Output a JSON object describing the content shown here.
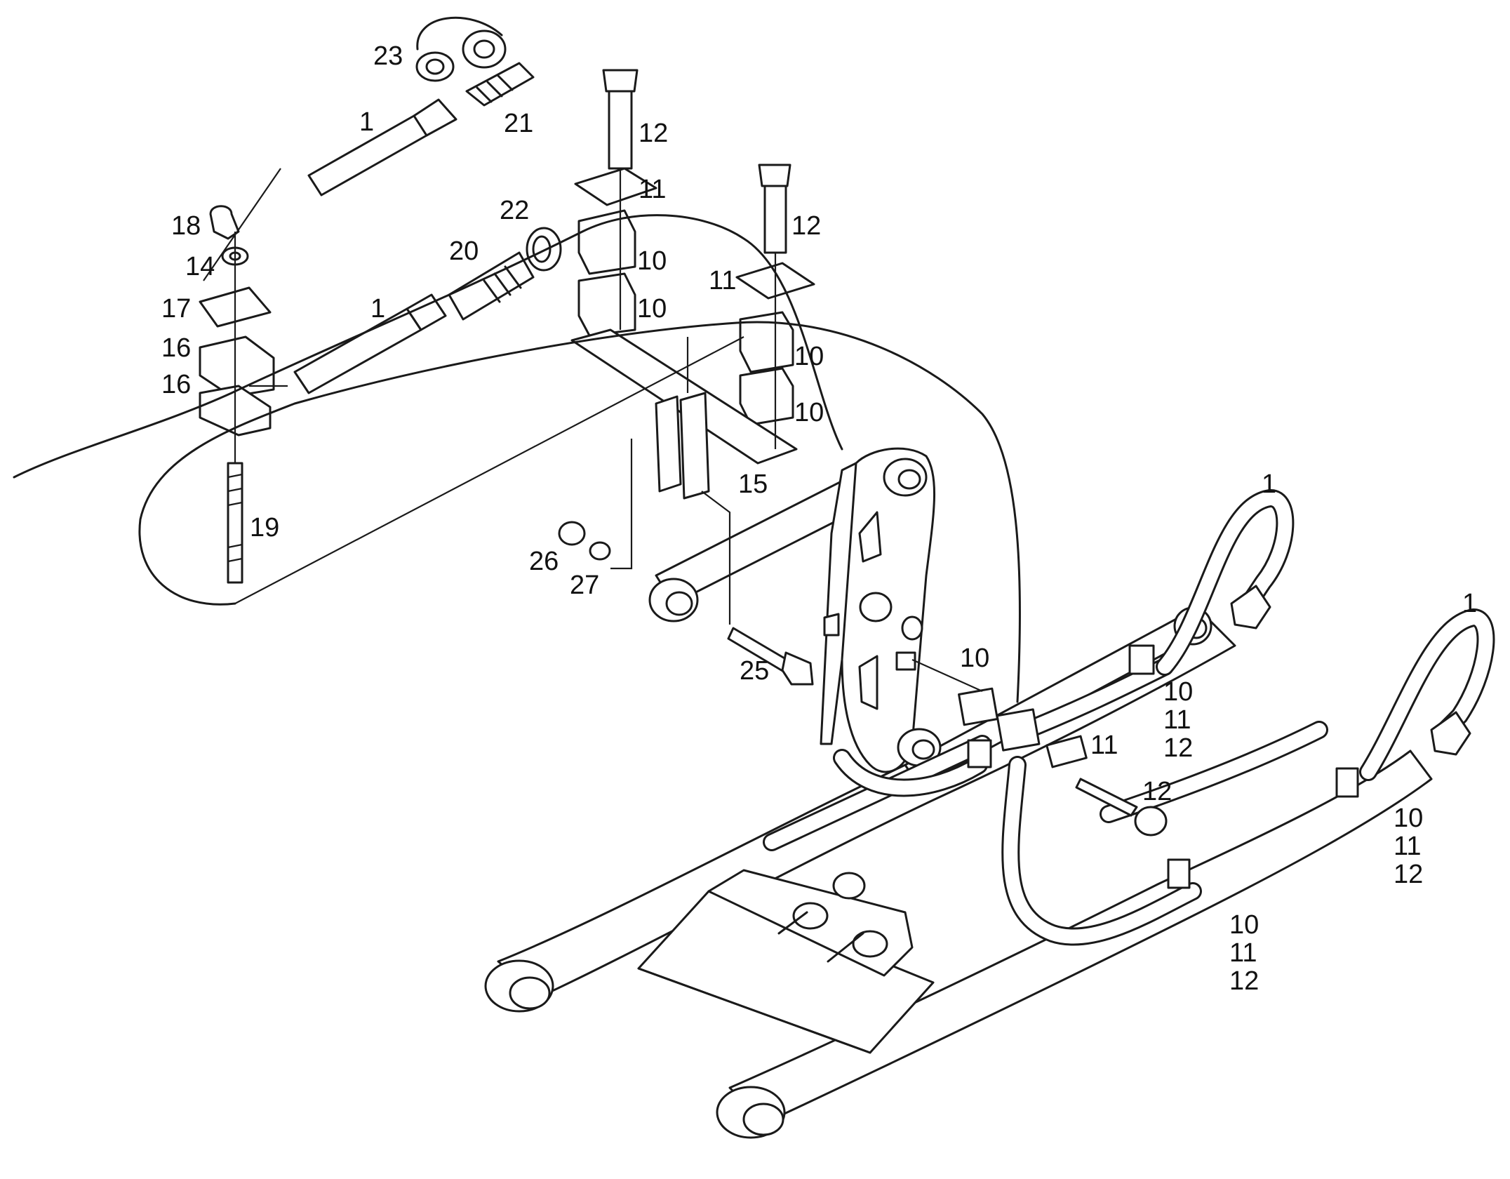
{
  "callouts": [
    {
      "id": "c23",
      "text": "23"
    },
    {
      "id": "c1a",
      "text": "1"
    },
    {
      "id": "c21",
      "text": "21"
    },
    {
      "id": "c12a",
      "text": "12"
    },
    {
      "id": "c11a",
      "text": "11"
    },
    {
      "id": "c22",
      "text": "22"
    },
    {
      "id": "c18",
      "text": "18"
    },
    {
      "id": "c12b",
      "text": "12"
    },
    {
      "id": "c20",
      "text": "20"
    },
    {
      "id": "c10a",
      "text": "10"
    },
    {
      "id": "c14",
      "text": "14"
    },
    {
      "id": "c11b",
      "text": "11"
    },
    {
      "id": "c17",
      "text": "17"
    },
    {
      "id": "c1b",
      "text": "1"
    },
    {
      "id": "c10b",
      "text": "10"
    },
    {
      "id": "c16a",
      "text": "16"
    },
    {
      "id": "c10c",
      "text": "10"
    },
    {
      "id": "c16b",
      "text": "16"
    },
    {
      "id": "c10d",
      "text": "10"
    },
    {
      "id": "c15",
      "text": "15"
    },
    {
      "id": "c1c",
      "text": "1"
    },
    {
      "id": "c19",
      "text": "19"
    },
    {
      "id": "c26",
      "text": "26"
    },
    {
      "id": "c27",
      "text": "27"
    },
    {
      "id": "c1d",
      "text": "1"
    },
    {
      "id": "c10e",
      "text": "10"
    },
    {
      "id": "c25",
      "text": "25"
    },
    {
      "id": "c10f",
      "text": "10"
    },
    {
      "id": "c11c",
      "text": "11"
    },
    {
      "id": "c12c",
      "text": "12"
    },
    {
      "id": "c11d",
      "text": "11"
    },
    {
      "id": "c12d",
      "text": "12"
    },
    {
      "id": "c10g",
      "text": "10"
    },
    {
      "id": "c11e",
      "text": "11"
    },
    {
      "id": "c12e",
      "text": "12"
    },
    {
      "id": "c10h",
      "text": "10"
    },
    {
      "id": "c11f",
      "text": "11"
    },
    {
      "id": "c12f",
      "text": "12"
    }
  ]
}
